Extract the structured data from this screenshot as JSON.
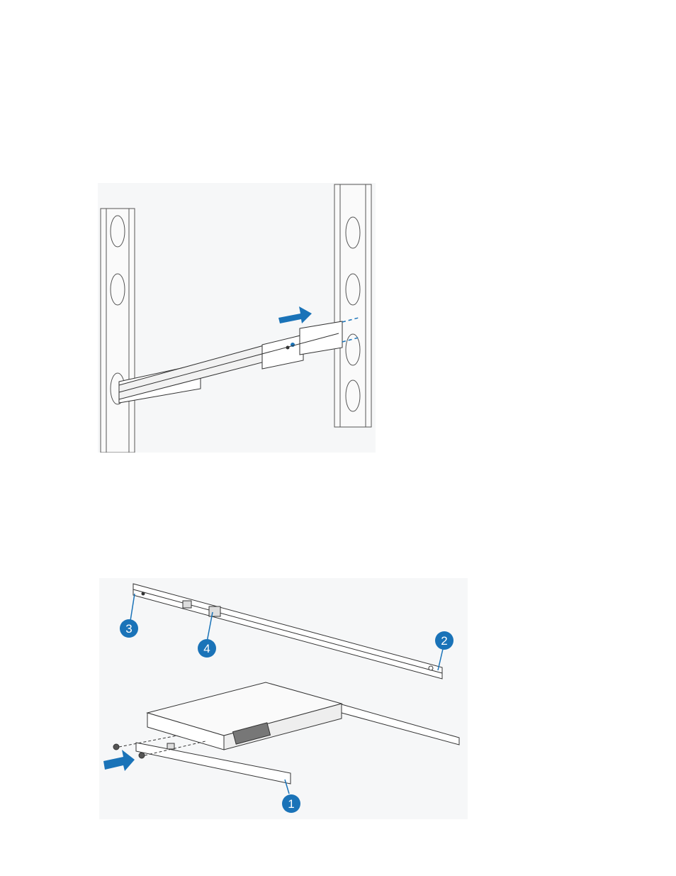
{
  "figures": [
    {
      "name": "rail-extension-figure",
      "arrow_color": "#1a73b8"
    },
    {
      "name": "rail-installation-figure",
      "callouts": [
        {
          "id": "callout-1",
          "label": "1"
        },
        {
          "id": "callout-2",
          "label": "2"
        },
        {
          "id": "callout-3",
          "label": "3"
        },
        {
          "id": "callout-4",
          "label": "4"
        }
      ],
      "accent_color": "#1a73b8"
    }
  ]
}
